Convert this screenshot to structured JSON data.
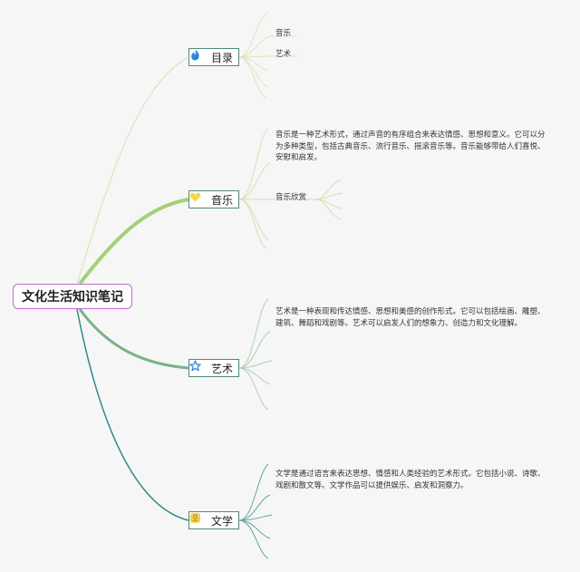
{
  "root": {
    "title": "文化生活知识笔记"
  },
  "topics": [
    {
      "label": "目录",
      "icon": "fire-icon",
      "color": "#d8e6b8",
      "children": [
        {
          "text": "音乐"
        },
        {
          "text": "艺术"
        }
      ]
    },
    {
      "label": "音乐",
      "icon": "heart-icon",
      "color": "#9ac86b",
      "paragraph": "音乐是一种艺术形式，通过声音的有序组合来表达情感、思想和意义。它可以分为多种类型，包括古典音乐、流行音乐、摇滚音乐等。音乐能够带给人们喜悦、安慰和启发。",
      "children": [
        {
          "text": "音乐欣赏"
        }
      ]
    },
    {
      "label": "艺术",
      "icon": "star-icon",
      "color": "#6fae83",
      "paragraph": "艺术是一种表现和传达情感、思想和美感的创作形式。它可以包括绘画、雕塑、建筑、舞蹈和戏剧等。艺术可以启发人们的想象力、创造力和文化理解。"
    },
    {
      "label": "文学",
      "icon": "book-icon",
      "color": "#2f8b87",
      "paragraph": "文学是通过语言来表达思想、情感和人类经验的艺术形式。它包括小说、诗歌、戏剧和散文等。文学作品可以提供娱乐、启发和洞察力。"
    }
  ]
}
